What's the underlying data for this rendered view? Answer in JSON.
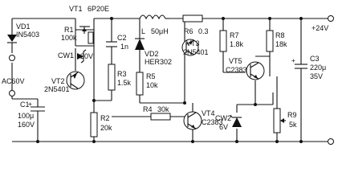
{
  "components": {
    "vd1": {
      "ref": "VD1",
      "part": "IN5403"
    },
    "vt1": {
      "ref": "VT1",
      "part": "6P20E"
    },
    "r1": {
      "ref": "R1",
      "value": "100k"
    },
    "cw1": {
      "ref": "CW1",
      "value": "20V"
    },
    "vt2": {
      "ref": "VT2",
      "part": "2N5401"
    },
    "c2": {
      "ref": "C2",
      "value": "1n"
    },
    "r3": {
      "ref": "R3",
      "value": "1.5k"
    },
    "l": {
      "ref": "L",
      "value": "50μH"
    },
    "vd2": {
      "ref": "VD2",
      "part": "HER302"
    },
    "r5": {
      "ref": "R5",
      "value": "10k"
    },
    "r6": {
      "ref": "R6",
      "value": "0.3"
    },
    "vt3": {
      "ref": "VT3",
      "part": "2N5401"
    },
    "r7": {
      "ref": "R7",
      "value": "1.8k"
    },
    "r8": {
      "ref": "R8",
      "value": "18k"
    },
    "vt5": {
      "ref": "VT5",
      "part": "C2383"
    },
    "c1": {
      "ref": "C1",
      "value": "100μ",
      "voltage": "160V"
    },
    "r2": {
      "ref": "R2",
      "value": "20k"
    },
    "r4": {
      "ref": "R4",
      "value": "30k"
    },
    "vt4": {
      "ref": "VT4",
      "part": "C2383"
    },
    "cw2": {
      "ref": "CW2",
      "value": "6V"
    },
    "c3": {
      "ref": "C3",
      "value": "220μ",
      "voltage": "35V"
    },
    "r9": {
      "ref": "R9",
      "value": "5k"
    }
  },
  "terminals": {
    "input": "AC60V",
    "output": "+24V"
  }
}
